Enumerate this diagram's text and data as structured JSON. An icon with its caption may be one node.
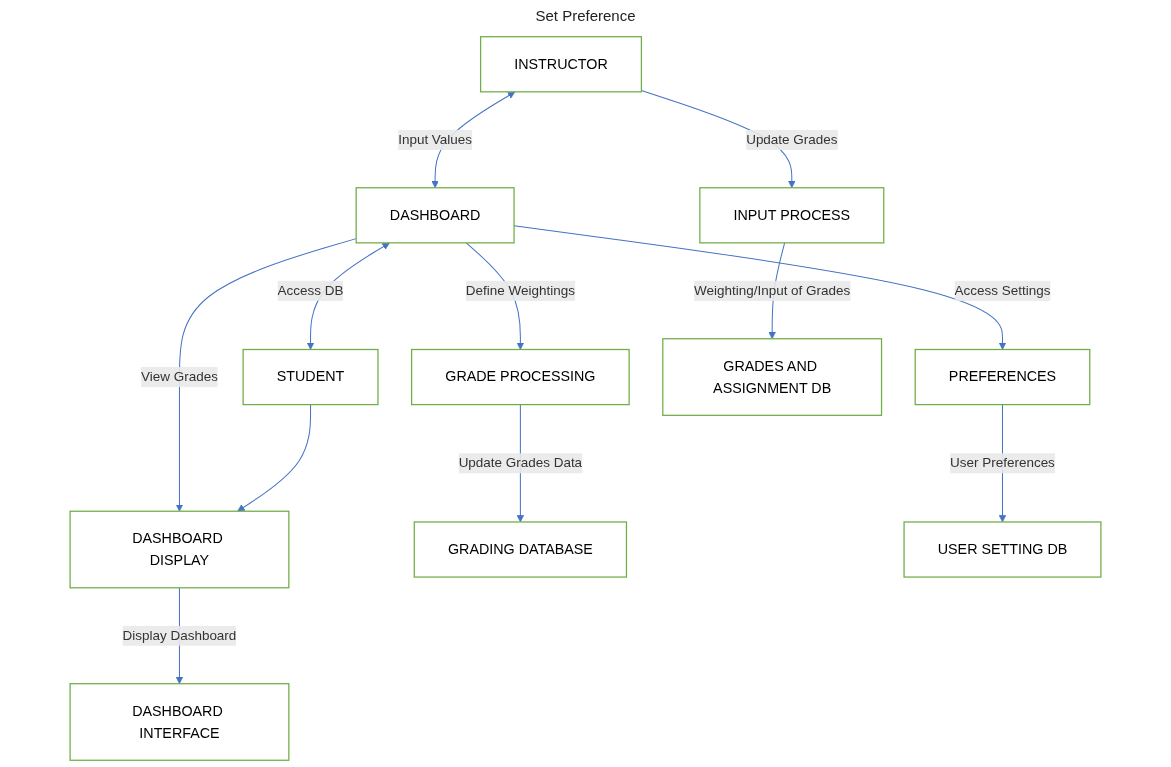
{
  "diagram": {
    "nodes": [
      {
        "text": [
          "INSTRUCTOR"
        ]
      },
      {
        "text": [
          "DASHBOARD"
        ]
      },
      {
        "text": [
          "STUDENT"
        ]
      },
      {
        "text": [
          "INPUT PROCESS"
        ]
      },
      {
        "text": [
          "GRADE PROCESSING"
        ]
      },
      {
        "text": [
          "PREFERENCES"
        ]
      },
      {
        "text": [
          "DASHBOARD DISPLAY"
        ]
      },
      {
        "text": [
          "GRADES AND ASSIGNMENT DB"
        ]
      },
      {
        "text": [
          "GRADING DATABASE"
        ]
      },
      {
        "text": [
          "USER SETTING DB"
        ]
      },
      {
        "text": [
          "DASHBOARD INTERFACE"
        ]
      }
    ],
    "edges": [
      {
        "from": 0,
        "to": 1,
        "arrow": "both",
        "label": "Input Values"
      },
      {
        "from": 1,
        "to": 2,
        "arrow": "both",
        "label": "Access DB"
      },
      {
        "from": 0,
        "to": 3,
        "arrow": "to",
        "label": "Update Grades"
      },
      {
        "from": 1,
        "to": 4,
        "arrow": "to",
        "label": "Define Weightings"
      },
      {
        "from": 1,
        "to": 5,
        "arrow": "to",
        "label": "Access Settings"
      },
      {
        "from": 1,
        "to": 6,
        "arrow": "to",
        "label": "View Grades"
      },
      {
        "from": 2,
        "to": 6,
        "arrow": "to"
      },
      {
        "from": 3,
        "to": 7,
        "arrow": "to",
        "label": "Weighting/Input of Grades"
      },
      {
        "from": 4,
        "to": 8,
        "arrow": "to",
        "label": "Update Grades Data"
      },
      {
        "from": 5,
        "to": 9,
        "arrow": "to",
        "label": "User Preferences"
      },
      {
        "from": 6,
        "to": 10,
        "arrow": "to",
        "label": "Display Dashboard"
      }
    ],
    "labels": [
      "Set Preference"
    ]
  }
}
